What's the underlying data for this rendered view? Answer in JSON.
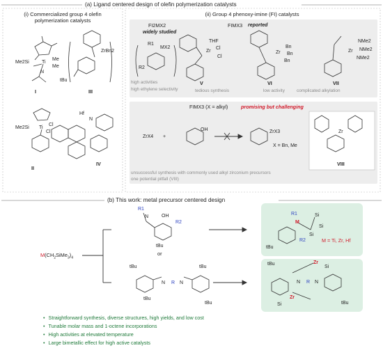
{
  "section_a_title": "(a) Ligand centered design of olefin polymerization catalysts",
  "panel_i_title": "(i) Commercialized group 4 olefin polymerization catalysts",
  "panel_ii_title": "(ii) Group 4 phenoxy-imine (FI) catalysts",
  "compound_labels": {
    "I": "I",
    "II": "II",
    "III": "III",
    "IV": "IV",
    "V": "V",
    "VI": "VI",
    "VII": "VII",
    "VIII": "VIII"
  },
  "fi_general": {
    "formula": "FI2MX2",
    "note": "widely studied"
  },
  "fimx3_reported": {
    "formula": "FIMX3",
    "note": "reported"
  },
  "fimx3_alkyl": {
    "formula": "FIMX3 (X = alkyl)",
    "note": "promising but challenging"
  },
  "notes_left": [
    "high activities",
    "high ethylene selectivity"
  ],
  "notes_mid": [
    "tedious synthesis",
    "low activity",
    "complicated alkylation"
  ],
  "notes_bottom": [
    "unsuccessful synthesis with commonly used alkyl zirconium precursors",
    "one potential pitfall (VIII)"
  ],
  "reaction_text": {
    "zrx4": "ZrX4",
    "plus": "+",
    "x_def": "X = Bn, Me",
    "zrx3": "ZrX3"
  },
  "atoms": {
    "me2si": "Me2Si",
    "ti": "Ti",
    "me": "Me",
    "zrbn2": "ZrBn2",
    "hf": "Hf",
    "n": "N",
    "o": "O",
    "cl": "Cl",
    "thf": "THF",
    "bn": "Bn",
    "nme2": "NMe2",
    "zr": "Zr",
    "mx2": "MX2",
    "r1": "R1",
    "r2": "R2",
    "tbu": "tBu",
    "oh": "OH",
    "r": "R",
    "si": "Si",
    "m": "M"
  },
  "section_b_title": "(b) This work: metal precursor centered design",
  "precursor": "M(CH2SiMe3)4",
  "or_text": "or",
  "metal_def": "M = Ti, Zr, Hf",
  "benefits": [
    "Straightforward synthesis, diverse structures, high yields, and low cost",
    "Tunable molar mass and  1-octene incorporations",
    "High activities at elevated temperature",
    "Large bimetallic effect for high active catalysts"
  ],
  "colors": {
    "red": "#d11a2a",
    "green": "#1f7a3a",
    "panel_grey": "#ebebeb",
    "product_green": "#dcefe3",
    "blue": "#2a3fbf",
    "line": "#333333"
  }
}
